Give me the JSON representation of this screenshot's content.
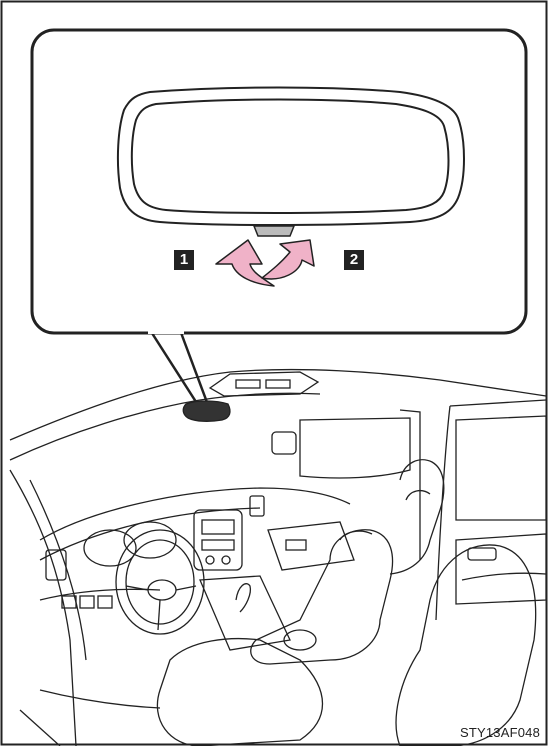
{
  "callouts": [
    {
      "number": "1",
      "meaning": "tilt-mirror-down"
    },
    {
      "number": "2",
      "meaning": "tilt-mirror-up"
    }
  ],
  "image_code": "STY13AF048",
  "colors": {
    "arrow_fill": "#f0b2c8",
    "line": "#222222",
    "label_bg": "#222222",
    "background": "#ffffff"
  },
  "icons": [
    "rearview-mirror-icon",
    "adjust-lever-icon",
    "tilt-arrows-icon"
  ]
}
